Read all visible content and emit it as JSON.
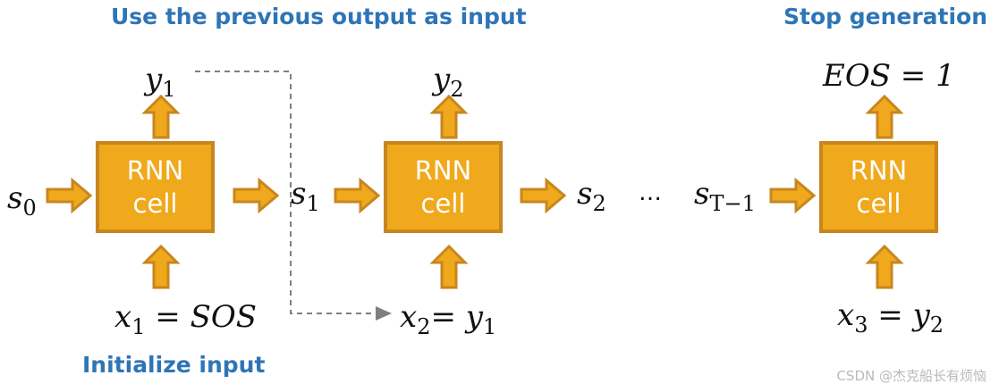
{
  "captions": {
    "use_previous": "Use the previous output as input",
    "stop": "Stop generation",
    "init": "Initialize input"
  },
  "cell": {
    "line1": "RNN",
    "line2": "cell"
  },
  "labels": {
    "y1": {
      "base": "y",
      "sub": "1"
    },
    "y2": {
      "base": "y",
      "sub": "2"
    },
    "eos": "EOS = 1",
    "s0": {
      "base": "s",
      "sub": "0"
    },
    "s1": {
      "base": "s",
      "sub": "1"
    },
    "s2": {
      "base": "s",
      "sub": "2"
    },
    "dots": "…",
    "sT1": {
      "base": "s",
      "sub": "T−1"
    },
    "x1": {
      "base": "x",
      "sub": "1",
      "rest": " = SOS"
    },
    "x2": {
      "base": "x",
      "sub": "2",
      "mid": "= y",
      "sub2": "1"
    },
    "x3": {
      "base": "x",
      "sub": "3",
      "mid": " = y",
      "sub2": "2"
    }
  },
  "watermark": "CSDN @杰克船长有烦恼",
  "colors": {
    "cell_fill": "#f0a81c",
    "cell_border": "#c8861e",
    "caption": "#2e75b6",
    "dashed": "#7f7f7f"
  }
}
